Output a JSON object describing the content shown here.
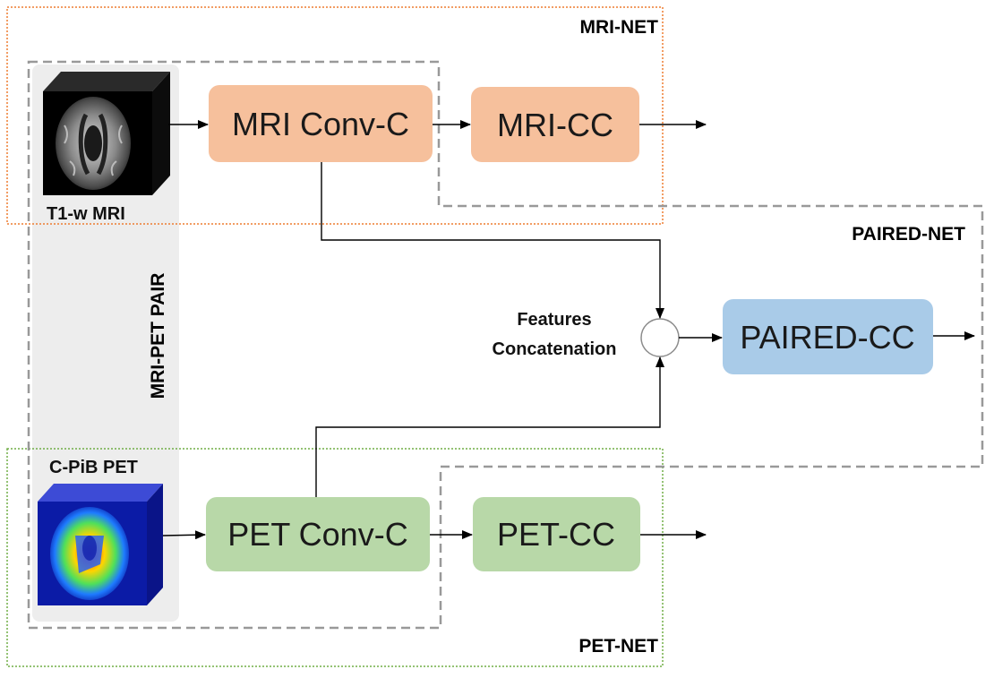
{
  "regions": {
    "mri_net": "MRI-NET",
    "paired_net": "PAIRED-NET",
    "pet_net": "PET-NET",
    "pair": "MRI-PET PAIR"
  },
  "inputs": {
    "mri": "T1-w MRI",
    "pet": "C-PiB PET"
  },
  "boxes": {
    "mri_conv": "MRI Conv-C",
    "mri_cc": "MRI-CC",
    "pet_conv": "PET Conv-C",
    "pet_cc": "PET-CC",
    "paired_cc": "PAIRED-CC"
  },
  "concat": {
    "line1": "Features",
    "line2": "Concatenation"
  },
  "colors": {
    "mri": "#f6c09c",
    "pet": "#b8d8a8",
    "paired": "#a9cbe8",
    "pair_band": "#ededed",
    "mri_frame": "#ed7d31",
    "pet_frame": "#70ad47",
    "dashed": "#999999"
  }
}
